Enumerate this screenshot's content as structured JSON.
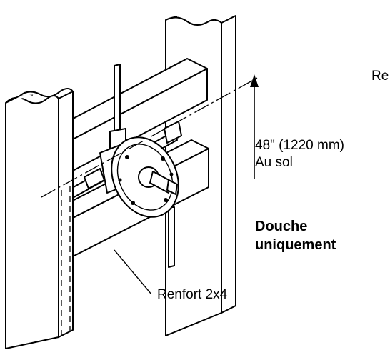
{
  "labels": {
    "truncated_top": "Re",
    "height_line1": "48\" (1220 mm)",
    "height_line2": "Au sol",
    "shower_line1": "Douche",
    "shower_line2": "uniquement",
    "brace": "Renfort 2x4"
  }
}
